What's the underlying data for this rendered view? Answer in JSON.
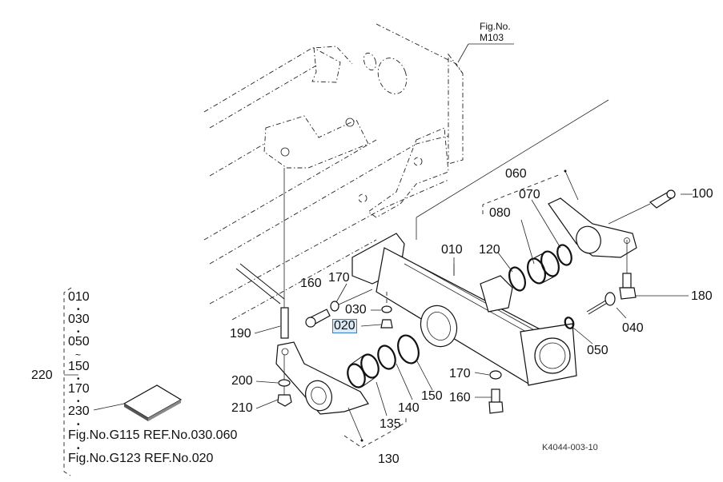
{
  "figure_ref": {
    "line1": "Fig.No.",
    "line2": "M103"
  },
  "drawing_code": "K4044-003-10",
  "highlight_color": "#3a7cc4",
  "callouts": {
    "c010": "010",
    "c020": "020",
    "c030": "030",
    "c040": "040",
    "c050": "050",
    "c060": "060",
    "c070": "070",
    "c080": "080",
    "c100": "100",
    "c120": "120",
    "c130": "130",
    "c135": "135",
    "c140": "140",
    "c150": "150",
    "c160a": "160",
    "c160b": "160",
    "c170a": "170",
    "c170b": "170",
    "c180": "180",
    "c190": "190",
    "c200": "200",
    "c210": "210"
  },
  "kit": {
    "number": "220",
    "items": [
      "010",
      "030",
      "050",
      "150",
      "170",
      "230"
    ],
    "range_marker": "~",
    "refs": [
      "Fig.No.G115  REF.No.030.060",
      "Fig.No.G123  REF.No.020"
    ]
  }
}
